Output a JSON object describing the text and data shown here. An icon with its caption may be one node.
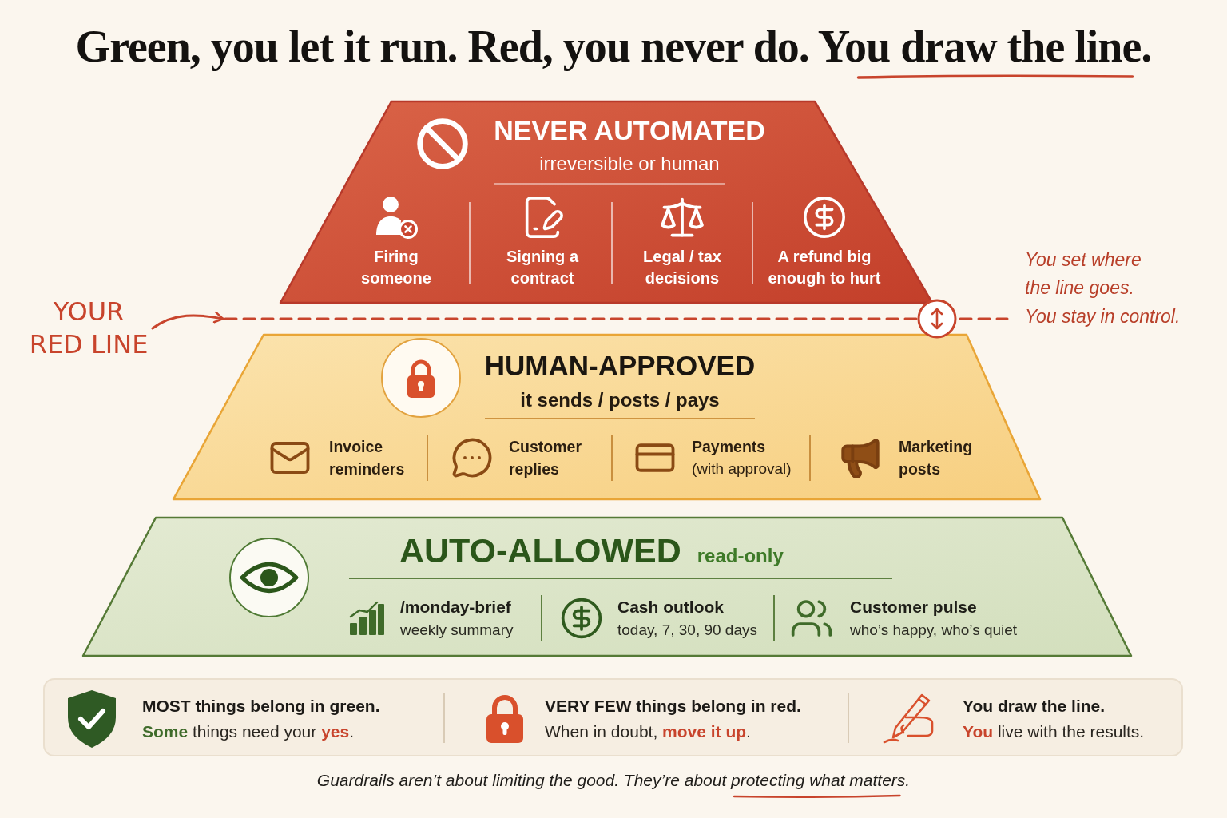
{
  "diagram": {
    "title": "Green, you let it run. Red, you never do. You draw the line.",
    "caption": "Guardrails aren’t about limiting the good. They’re about protecting what matters.",
    "nodes": [
      {
        "text": [
          "NEVER AUTOMATED",
          "irreversible or human"
        ]
      },
      {
        "text": [
          "Firing someone"
        ],
        "in": 0
      },
      {
        "text": [
          "Signing a contract"
        ],
        "in": 0
      },
      {
        "text": [
          "Legal / tax decisions"
        ],
        "in": 0
      },
      {
        "text": [
          "A refund big enough to hurt"
        ],
        "in": 0
      },
      {
        "text": [
          "YOUR RED LINE"
        ]
      },
      {
        "text": [],
        "shape": "line"
      },
      {
        "text": [
          "HUMAN-APPROVED",
          "it sends / posts / pays"
        ]
      },
      {
        "text": [
          "Invoice reminders"
        ],
        "in": 7
      },
      {
        "text": [
          "Customer replies"
        ],
        "in": 7
      },
      {
        "text": [
          "Payments",
          "(with approval)"
        ],
        "in": 7
      },
      {
        "text": [
          "Marketing posts"
        ],
        "in": 7
      },
      {
        "text": [
          "AUTO-ALLOWED",
          "read-only"
        ]
      },
      {
        "text": [
          "/monday-brief",
          "weekly summary"
        ],
        "in": 12
      },
      {
        "text": [
          "Cash outlook",
          "today, 7, 30, 90 days"
        ],
        "in": 12
      },
      {
        "text": [
          "Customer pulse",
          "who’s happy, who’s quiet"
        ],
        "in": 12
      },
      {
        "text": [],
        "shape": "box"
      },
      {
        "text": [
          "MOST things belong in green.",
          "**Some** things need your **yes**."
        ],
        "in": 16
      },
      {
        "text": [
          "VERY FEW things belong in red.",
          "When in doubt, **move it up**."
        ],
        "in": 16
      },
      {
        "text": [
          "You draw the line.",
          "**You** live with the results."
        ],
        "in": 16
      }
    ],
    "edges": [
      {
        "from": 5,
        "to": 6,
        "arrow": "to"
      }
    ],
    "labels": [
      "You set where the line goes.",
      "You stay in control."
    ]
  }
}
